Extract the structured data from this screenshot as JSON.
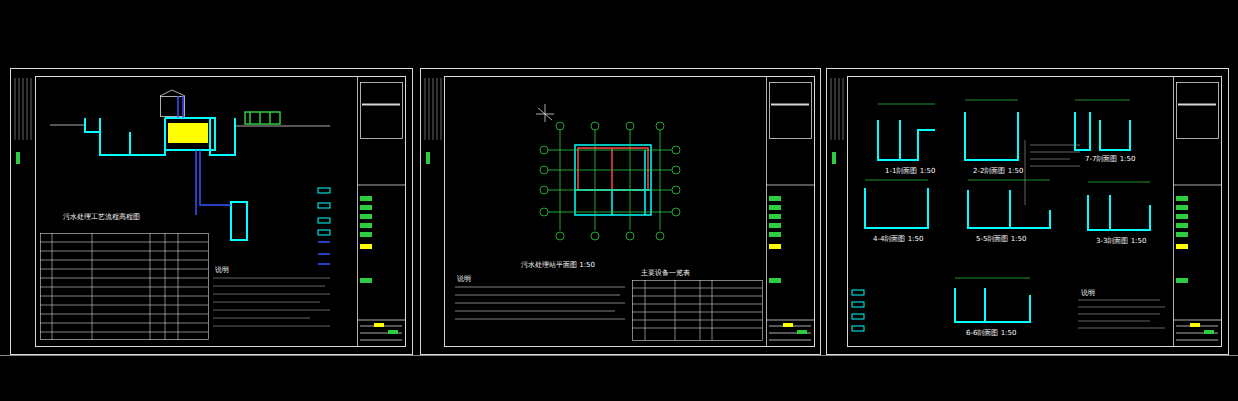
{
  "diagram": {
    "labels": [
      "污水处理工艺流程高程图",
      "说明",
      "污水处理站平面图 1:50",
      "主要设备一览表",
      "说明",
      "1-1剖面图 1:50",
      "2-2剖面图 1:50",
      "7-7剖面图 1:50",
      "4-4剖面图 1:50",
      "5-5剖面图 1:50",
      "3-3剖面图 1:50",
      "6-6剖面图 1:50",
      "说明"
    ]
  }
}
